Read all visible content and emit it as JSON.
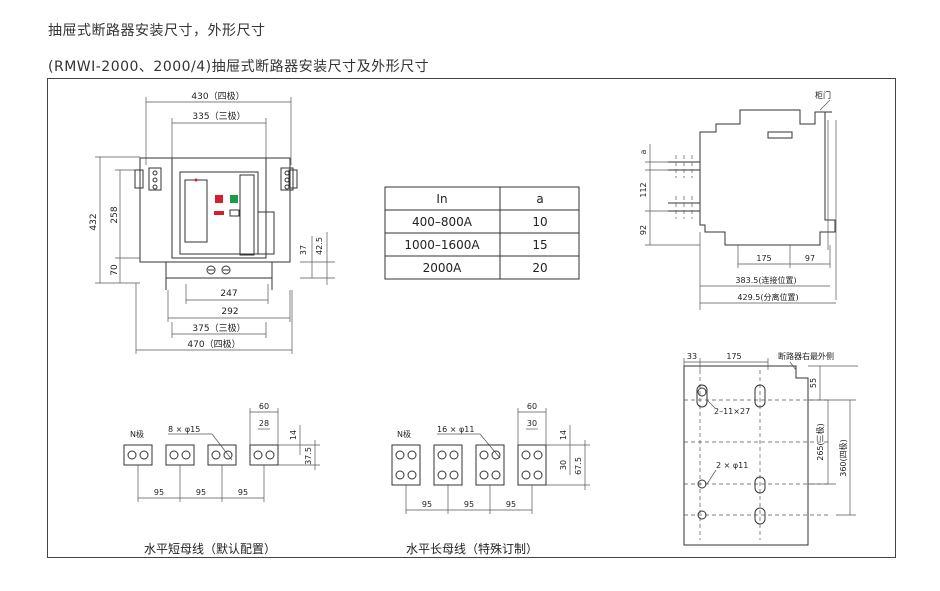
{
  "headings": {
    "title": "抽屉式断路器安装尺寸，外形尺寸",
    "subtitle": "(RMWI-2000、2000/4)抽屉式断路器安装尺寸及外形尺寸"
  },
  "front_view": {
    "dim_430": "430（四极）",
    "dim_335": "335（三极）",
    "dim_432": "432",
    "dim_258": "258",
    "dim_70": "70",
    "dim_37": "37",
    "dim_42_5": "42.5",
    "dim_247": "247",
    "dim_292": "292",
    "dim_375": "375（三极）",
    "dim_470": "470（四极）"
  },
  "table": {
    "headers": [
      "In",
      "a"
    ],
    "rows": [
      [
        "400–800A",
        "10"
      ],
      [
        "1000–1600A",
        "15"
      ],
      [
        "2000A",
        "20"
      ]
    ]
  },
  "side_view": {
    "door_label": "柜门",
    "dim_a": "a",
    "dim_112": "112",
    "dim_92": "92",
    "dim_175": "175",
    "dim_97": "97",
    "dim_383_5": "383.5(连接位置)",
    "dim_429_5": "429.5(分离位置)"
  },
  "short_bus": {
    "pole_label": "N极",
    "holes": "8 × φ15",
    "dim_60": "60",
    "dim_28": "28",
    "dim_14": "14",
    "dim_37_5": "37.5",
    "spacing": [
      "95",
      "95",
      "95"
    ],
    "caption": "水平短母线（默认配置）"
  },
  "long_bus": {
    "pole_label": "N极",
    "holes": "16 × φ11",
    "dim_60": "60",
    "dim_30": "30",
    "dim_14": "14",
    "dim_30v": "30",
    "dim_67_5": "67.5",
    "spacing": [
      "95",
      "95",
      "95"
    ],
    "caption": "水平长母线（特殊订制）"
  },
  "mount_view": {
    "dim_33": "33",
    "dim_175": "175",
    "right_side_label": "断路器右最外侧",
    "slot_label": "2–11×27",
    "hole_label": "2 × φ11",
    "dim_55": "55",
    "dim_265": "265(三极)",
    "dim_360": "360(四极)"
  }
}
